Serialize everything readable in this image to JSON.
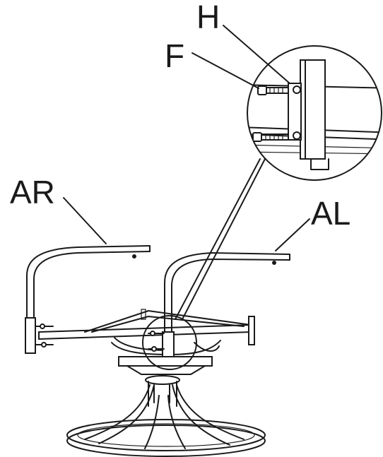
{
  "labels": {
    "h": "H",
    "f": "F",
    "ar": "AR",
    "al": "AL"
  },
  "colors": {
    "line": "#1a1a1a",
    "background": "#ffffff"
  }
}
